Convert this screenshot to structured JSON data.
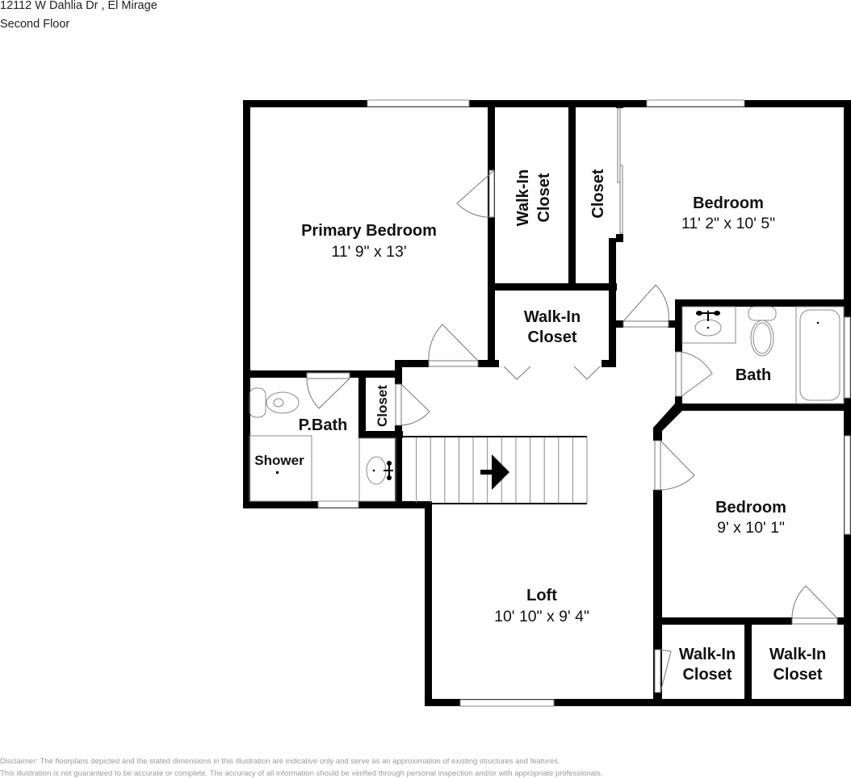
{
  "header": {
    "address": "12112 W Dahlia Dr , El Mirage",
    "floor": "Second Floor"
  },
  "disclaimer": {
    "line1": "Disclaimer: The floorplans depicted and the stated dimensions in this illustration are indicative only and serve as an approximation of existing structures and features.",
    "line2": "This illustration is not guaranteed to be accurate or complete. The accuracy of all information should be verified through personal inspection and/or with appropriate professionals."
  },
  "colors": {
    "wall": "#000000",
    "fixture_line": "#808080",
    "background": "#ffffff",
    "watermark": "#c8c8c8"
  },
  "rooms": {
    "primary_bedroom": {
      "name": "Primary Bedroom",
      "dims": "11' 9\" x 13'"
    },
    "walk_in_closet_1": {
      "name1": "Walk-In",
      "name2": "Closet"
    },
    "closet_1": {
      "name": "Closet"
    },
    "bedroom_1": {
      "name": "Bedroom",
      "dims": "11' 2\" x 10' 5\""
    },
    "walk_in_closet_2": {
      "name1": "Walk-In",
      "name2": "Closet"
    },
    "bath": {
      "name": "Bath"
    },
    "p_bath": {
      "name": "P.Bath"
    },
    "shower": {
      "name": "Shower"
    },
    "closet_2": {
      "name": "Closet"
    },
    "bedroom_2": {
      "name": "Bedroom",
      "dims": "9' x 10' 1\""
    },
    "loft": {
      "name": "Loft",
      "dims": "10' 10\" x 9' 4\""
    },
    "walk_in_closet_3": {
      "name1": "Walk-In",
      "name2": "Closet"
    },
    "walk_in_closet_4": {
      "name1": "Walk-In",
      "name2": "Closet"
    }
  },
  "stairs": {
    "direction": "right",
    "tread_count": 13
  }
}
